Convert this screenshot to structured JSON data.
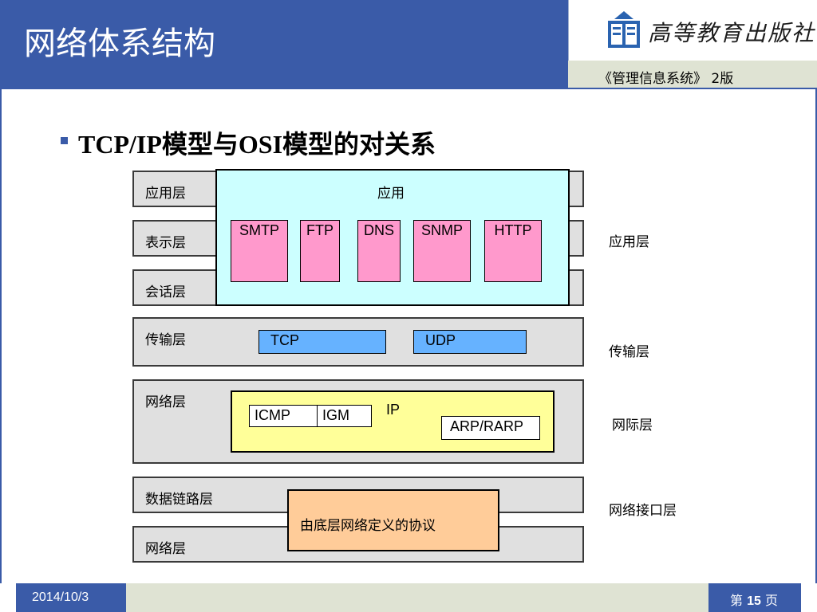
{
  "header": {
    "title": "网络体系结构",
    "publisher": "高等教育出版社",
    "edition": "《管理信息系统》 2版"
  },
  "subtitle": "TCP/IP模型与OSI模型的对关系",
  "osi_layers": [
    "应用层",
    "表示层",
    "会话层",
    "传输层",
    "网络层",
    "数据链路层",
    "网络层"
  ],
  "tcpip_layers": {
    "application": "应用层",
    "transport": "传输层",
    "internet": "网际层",
    "network_interface": "网络接口层"
  },
  "application_box": {
    "label": "应用",
    "protocols": [
      "SMTP",
      "FTP",
      "DNS",
      "SNMP",
      "HTTP"
    ],
    "color": "#ccffff"
  },
  "transport_protocols": [
    "TCP",
    "UDP"
  ],
  "ip_box": {
    "label": "IP",
    "protocols": [
      "ICMP",
      "IGM",
      "ARP/RARP"
    ],
    "color": "#ffff99"
  },
  "lower_box": {
    "label": "由底层网络定义的协议",
    "color": "#ffcc99"
  },
  "footer": {
    "date": "2014/10/3",
    "page_prefix": "第",
    "page_number": "15",
    "page_suffix": "页"
  },
  "colors": {
    "accent": "#3a5ba8",
    "layer_bg": "#e0e0e0",
    "pink": "#ff99cc",
    "blue": "#66b2ff"
  }
}
